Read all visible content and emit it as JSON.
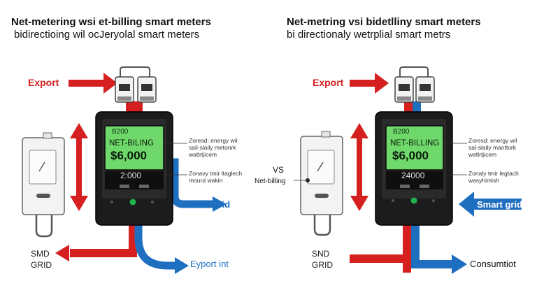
{
  "left": {
    "title_line1": "Net-metering wsi et-billing smart meters",
    "title_line2": "bidirectioing wil ocJeryolal smart meters",
    "export_label": "Export",
    "lcd_line1": "B200",
    "lcd_line2": "NET-BILING",
    "lcd_amount": "$6,000",
    "lcd_line3": "2:000",
    "note1_line1": "Zoresd: energy wil",
    "note1_line2": "sail-slaily metonrk",
    "note1_line3": "watlrtjicem",
    "note2_line1": "Zonavy tmir ltaglech",
    "note2_line2": "mourd wakin",
    "smart_grid_label": "Smart grid",
    "bottom_arrow_label": "Eyport int",
    "grid_line1": "SMD",
    "grid_line2": "GRID"
  },
  "right": {
    "title_line1": "Net-metring vsi bidetlliny smart meters",
    "title_line2": "bi directionaly wetrplial smart metrs",
    "export_label": "Export",
    "vs_label": "VS",
    "net_billing_label": "Net-billing",
    "lcd_line1": "B200",
    "lcd_line2": "NET-BILLING",
    "lcd_amount": "$6,000",
    "lcd_line3": "24000",
    "note1_line1": "Zoresd: energy wil",
    "note1_line2": "sal-slaily manttork",
    "note1_line3": "watlrtjicem",
    "note2_line1": "Zonaly tmir legtach",
    "note2_line2": "wasyhimish",
    "smart_grid_label": "Smart grid",
    "bottom_arrow_label": "Consumtiot",
    "grid_line1": "SND",
    "grid_line2": "GRID"
  },
  "colors": {
    "red": "#d62020",
    "blue": "#1f6fc0",
    "meter_body": "#1c1c1c",
    "lcd": "#6fd86a",
    "led": "#22b14c",
    "panel": "#f2f2f2"
  }
}
